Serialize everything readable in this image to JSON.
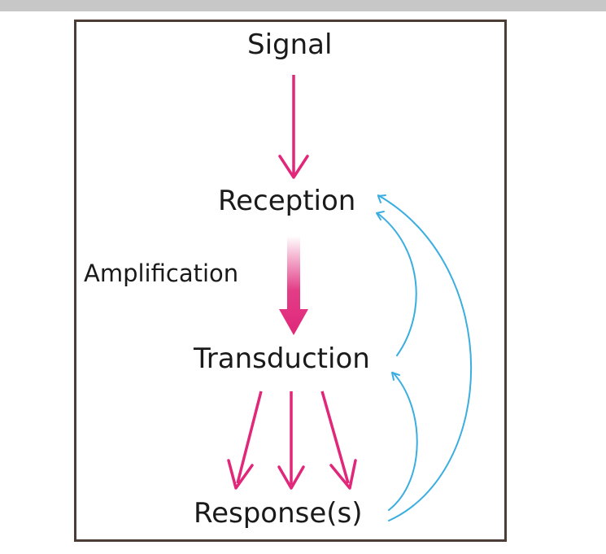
{
  "diagram": {
    "nodes": {
      "signal": "Signal",
      "reception": "Reception",
      "amplification": "Amplification",
      "transduction": "Transduction",
      "responses": "Response(s)"
    },
    "colors": {
      "frame": "#4b3d35",
      "main_arrow": "#e0277a",
      "feedback_arrow": "#3aaee0",
      "gray_strip": "#c7c7c7"
    }
  }
}
